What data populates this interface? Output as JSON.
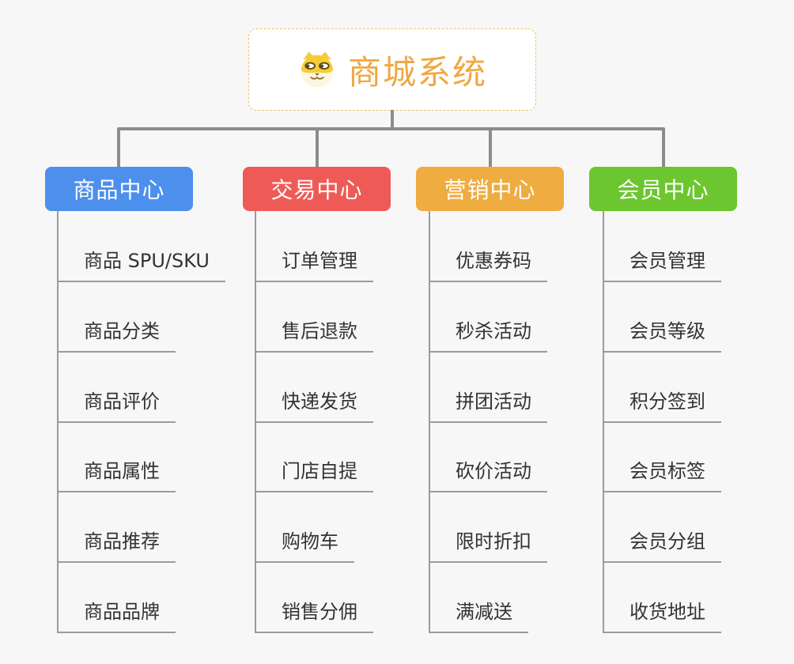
{
  "root": {
    "title": "商城系统",
    "icon": "doge-icon"
  },
  "branches": [
    {
      "label": "商品中心",
      "color": "#4D8FED",
      "items": [
        "商品 SPU/SKU",
        "商品分类",
        "商品评价",
        "商品属性",
        "商品推荐",
        "商品品牌"
      ]
    },
    {
      "label": "交易中心",
      "color": "#EE5B56",
      "items": [
        "订单管理",
        "售后退款",
        "快递发货",
        "门店自提",
        "购物车",
        "销售分佣"
      ]
    },
    {
      "label": "营销中心",
      "color": "#EFAC41",
      "items": [
        "优惠券码",
        "秒杀活动",
        "拼团活动",
        "砍价活动",
        "限时折扣",
        "满减送"
      ]
    },
    {
      "label": "会员中心",
      "color": "#6CC62F",
      "items": [
        "会员管理",
        "会员等级",
        "积分签到",
        "会员标签",
        "会员分组",
        "收货地址"
      ]
    }
  ],
  "colors": {
    "background": "#F7F7F7",
    "connector": "#8C8C8C",
    "leaf_line": "#9B9B9B",
    "leaf_text": "#333333",
    "root_title": "#F0A843",
    "root_border": "#F2C168"
  }
}
